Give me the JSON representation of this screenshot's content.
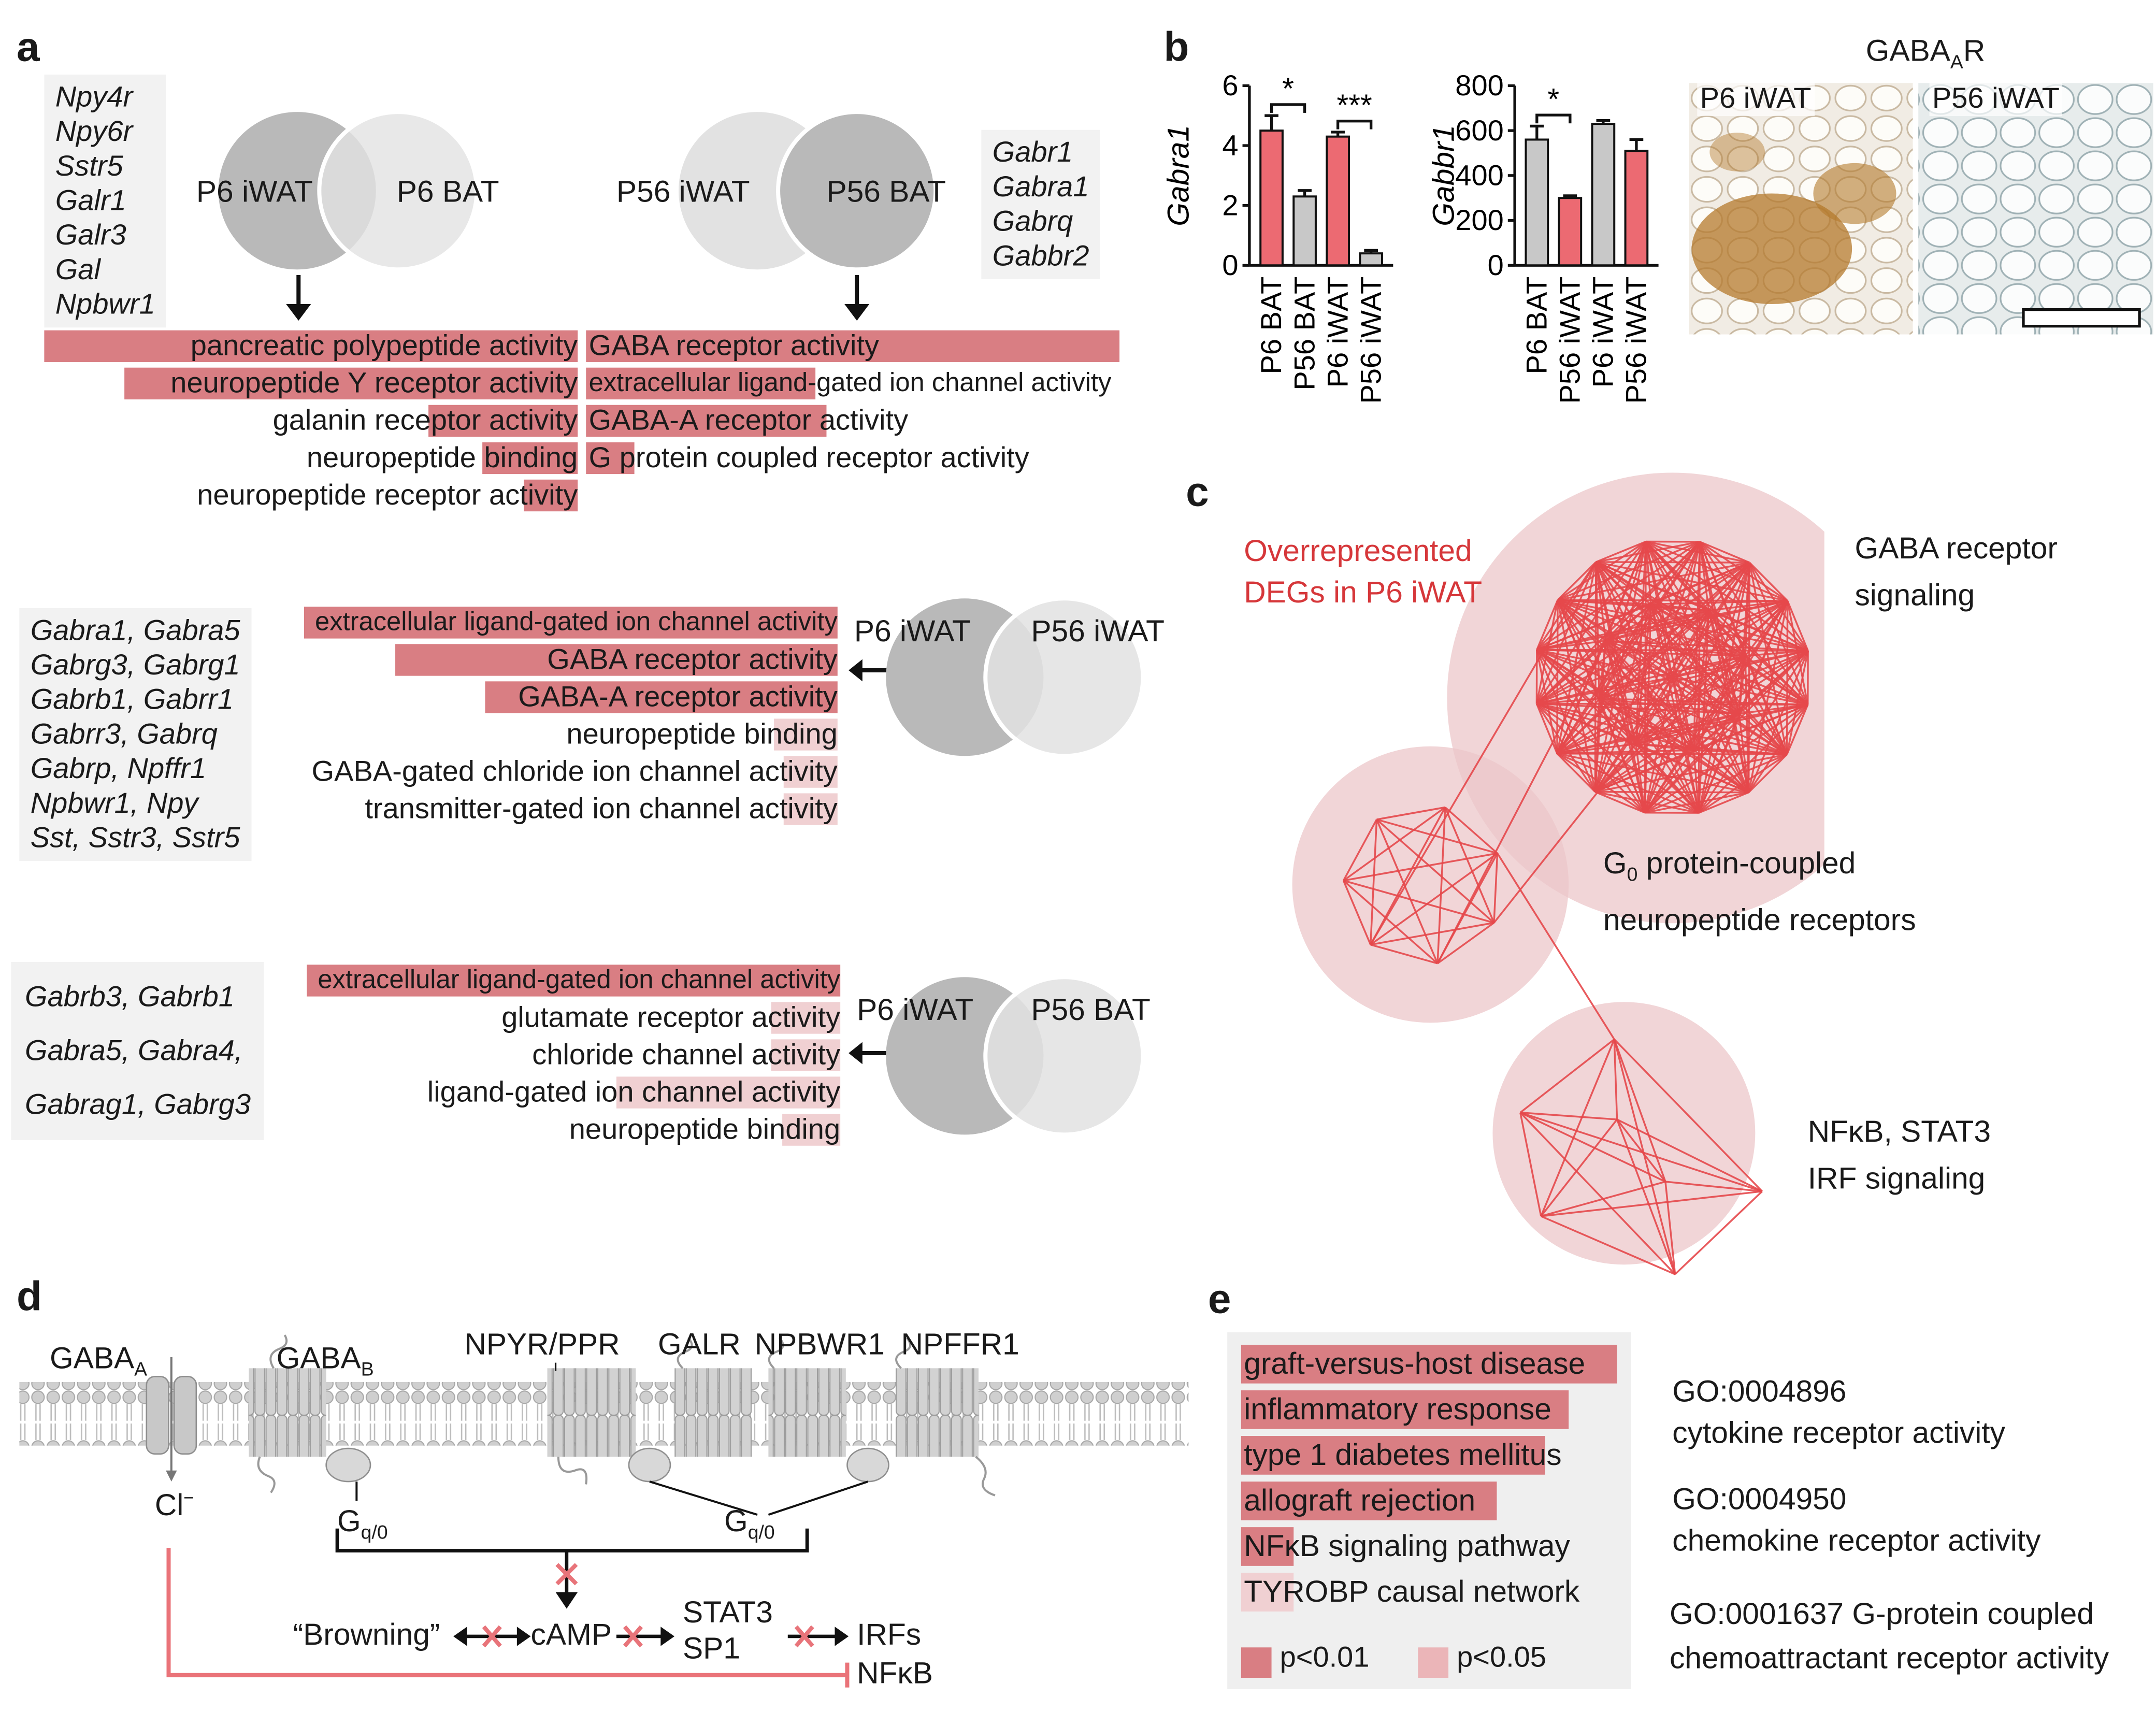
{
  "colors": {
    "bar_strong": "#d97e83",
    "bar_light": "#f0d0d2",
    "venn_dark": "#b9b9b9",
    "venn_light": "#e2e2e2",
    "network": "#e5484b",
    "cluster_fill": "#ecc7c9",
    "chart_red": "#ec6a72",
    "chart_grey": "#c8c8c8"
  },
  "panel_a": {
    "label": "a",
    "top_left": {
      "genes": [
        "Npy4r",
        "Npy6r",
        "Sstr5",
        "Galr1",
        "Galr3",
        "Gal",
        "Npbwr1"
      ],
      "venn": [
        "P6 iWAT",
        "P6 BAT"
      ],
      "terms": [
        {
          "text": "pancreatic polypeptide activity",
          "bar": 1.0,
          "level": "strong"
        },
        {
          "text": "neuropeptide Y receptor activity",
          "bar": 0.85,
          "level": "strong"
        },
        {
          "text": "galanin receptor activity",
          "bar": 0.28,
          "level": "strong"
        },
        {
          "text": "neuropeptide binding",
          "bar": 0.18,
          "level": "strong"
        },
        {
          "text": "neuropeptide receptor activity",
          "bar": 0.1,
          "level": "strong"
        }
      ]
    },
    "top_right": {
      "genes": [
        "Gabr1",
        "Gabra1",
        "Gabrq",
        "Gabbr2"
      ],
      "venn": [
        "P56 iWAT",
        "P56 BAT"
      ],
      "terms": [
        {
          "text": "GABA receptor activity",
          "bar": 1.0,
          "level": "strong"
        },
        {
          "text": "extracellular ligand-gated ion channel activity",
          "bar": 0.43,
          "level": "strong"
        },
        {
          "text": "GABA-A receptor activity",
          "bar": 0.45,
          "level": "strong"
        },
        {
          "text": "G protein coupled receptor activity",
          "bar": 0.09,
          "level": "strong"
        }
      ]
    },
    "middle": {
      "genes": [
        "Gabra1, Gabra5",
        "Gabrg3, Gabrg1",
        "Gabrb1, Gabrr1",
        "Gabrr3, Gabrq",
        "Gabrp, Npffr1",
        "Npbwr1, Npy",
        "Sst, Sstr3, Sstr5"
      ],
      "venn": [
        "P6 iWAT",
        "P56 iWAT"
      ],
      "terms": [
        {
          "text": "extracellular ligand-gated ion channel activity",
          "bar": 1.0,
          "level": "strong"
        },
        {
          "text": "GABA receptor activity",
          "bar": 0.83,
          "level": "strong"
        },
        {
          "text": "GABA-A receptor activity",
          "bar": 0.66,
          "level": "strong"
        },
        {
          "text": "neuropeptide binding",
          "bar": 0.12,
          "level": "light"
        },
        {
          "text": "GABA-gated chloride ion channel activity",
          "bar": 0.1,
          "level": "light"
        },
        {
          "text": "transmitter-gated ion channel activity",
          "bar": 0.1,
          "level": "light"
        }
      ]
    },
    "bottom": {
      "genes": [
        "Gabrb3, Gabrb1",
        "Gabra5, Gabra4,",
        "Gabrag1, Gabrg3"
      ],
      "venn": [
        "P6 iWAT",
        "P56 BAT"
      ],
      "terms": [
        {
          "text": "extracellular ligand-gated ion channel activity",
          "bar": 1.0,
          "level": "strong"
        },
        {
          "text": "glutamate receptor activity",
          "bar": 0.13,
          "level": "light"
        },
        {
          "text": "chloride channel activity",
          "bar": 0.13,
          "level": "light"
        },
        {
          "text": "ligand-gated ion channel activity",
          "bar": 0.42,
          "level": "light"
        },
        {
          "text": "neuropeptide binding",
          "bar": 0.11,
          "level": "light"
        }
      ]
    }
  },
  "panel_b": {
    "label": "b",
    "if_title_prefix": "GABA",
    "if_title_sub": "A",
    "if_title_suffix": "R",
    "if_left": "P6 iWAT",
    "if_right": "P56 iWAT",
    "chart_data": [
      {
        "type": "bar",
        "ylabel": "Gabra1",
        "categories": [
          "P6 BAT",
          "P56 BAT",
          "P6 iWAT",
          "P56 iWAT"
        ],
        "values": [
          4.5,
          2.3,
          4.3,
          0.4
        ],
        "errors": [
          0.5,
          0.2,
          0.15,
          0.1
        ],
        "colors": [
          "red",
          "grey",
          "red",
          "grey"
        ],
        "ylim": [
          0,
          6
        ],
        "yticks": [
          0,
          2,
          4,
          6
        ],
        "significance": [
          {
            "pair": [
              0,
              1
            ],
            "label": "*"
          },
          {
            "pair": [
              2,
              3
            ],
            "label": "***"
          }
        ]
      },
      {
        "type": "bar",
        "ylabel": "Gabbr1",
        "categories": [
          "P6 BAT",
          "P56 iWAT",
          "P6 iWAT",
          "P56 iWAT"
        ],
        "values": [
          560,
          300,
          630,
          510
        ],
        "errors": [
          60,
          10,
          15,
          50
        ],
        "colors": [
          "grey",
          "red",
          "grey",
          "red"
        ],
        "ylim": [
          0,
          800
        ],
        "yticks": [
          0,
          200,
          400,
          600,
          800
        ],
        "significance": [
          {
            "pair": [
              0,
              1
            ],
            "label": "*"
          }
        ]
      }
    ]
  },
  "panel_c": {
    "label": "c",
    "title_l1": "Overrepresented",
    "title_l2": "DEGs in P6 iWAT",
    "c1_l1": "GABA receptor",
    "c1_l2": "signaling",
    "c2_pre": "G",
    "c2_sub": "0",
    "c2_post": " protein-coupled",
    "c2_l2": "neuropeptide receptors",
    "c3_l1": "NFκB, STAT3",
    "c3_l2": "IRF signaling"
  },
  "panel_d": {
    "label": "d",
    "gabaa_pre": "GABA",
    "gabaa_sub": "A",
    "gabab_pre": "GABA",
    "gabab_sub": "B",
    "npyr": "NPYR/PPR",
    "galr": "GALR",
    "npbwr1": "NPBWR1",
    "npffr1": "NPFFR1",
    "cl": "Cl",
    "cl_sup": "−",
    "gq_pre": "G",
    "gq_sub": "q/0",
    "browning": "“Browning”",
    "camp": "cAMP",
    "stat3": "STAT3",
    "sp1": "SP1",
    "irfs": "IRFs",
    "nfkb": "NFκB"
  },
  "panel_e": {
    "label": "e",
    "terms": [
      {
        "text": "graft-versus-host disease",
        "bar": 1.0,
        "level": "strong"
      },
      {
        "text": "inflammatory response",
        "bar": 0.87,
        "level": "strong"
      },
      {
        "text": "type 1 diabetes mellitus",
        "bar": 0.81,
        "level": "strong"
      },
      {
        "text": "allograft rejection",
        "bar": 0.68,
        "level": "strong"
      },
      {
        "text": "NFκB signaling pathway",
        "bar": 0.14,
        "level": "strong"
      },
      {
        "text": "TYROBP causal network",
        "bar": 0.14,
        "level": "light"
      }
    ],
    "legend_strong": "p<0.01",
    "legend_light": "p<0.05",
    "go1_id": "GO:0004896",
    "go1_desc": "cytokine receptor activity",
    "go2_id": "GO:0004950",
    "go2_desc": "chemokine receptor activity",
    "go3_id": "GO:0001637 G-protein coupled",
    "go3_desc": "chemoattractant receptor activity"
  }
}
